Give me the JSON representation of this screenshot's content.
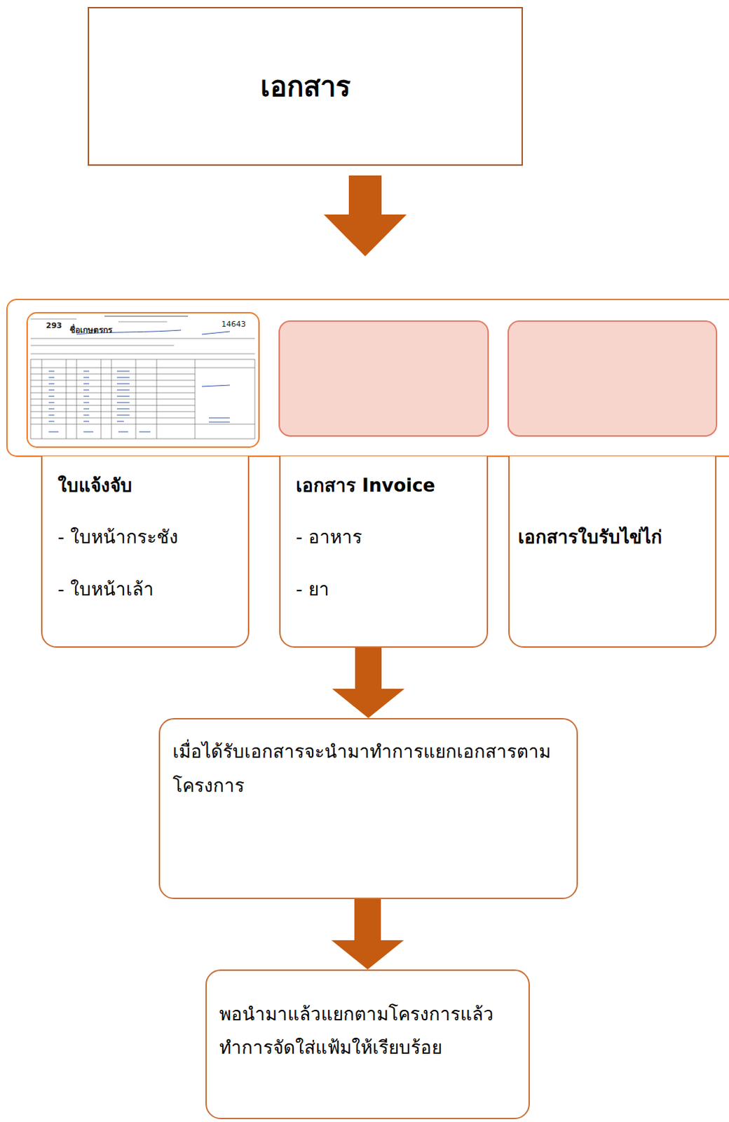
{
  "diagram": {
    "nodes": [
      {
        "text": [
          "เอกสาร"
        ]
      },
      {
        "text": [
          "ใบแจ้งจับ",
          "- ใบหน้ากระชัง",
          "- ใบหน้าเล้า"
        ]
      },
      {
        "text": [
          "เอกสาร Invoice",
          "- อาหาร",
          "- ยา"
        ]
      },
      {
        "text": [
          "เอกสารใบรับไข่ไก่"
        ]
      },
      {
        "text": [
          "เมื่อได้รับเอกสารจะนำมาทำการแยกเอกสารตามโครงการ"
        ]
      },
      {
        "text": [
          "พอนำมาแล้วแยกตามโครงการแล้วทำการจัดใส่แฟ้มให้เรียบร้อย"
        ]
      }
    ],
    "edges": [
      {
        "from": 2,
        "to": 4,
        "arrow": "to"
      },
      {
        "from": 4,
        "to": 5,
        "arrow": "to"
      }
    ],
    "labels": [
      "293",
      "ชื่อเกษตรกร",
      "14643"
    ]
  }
}
